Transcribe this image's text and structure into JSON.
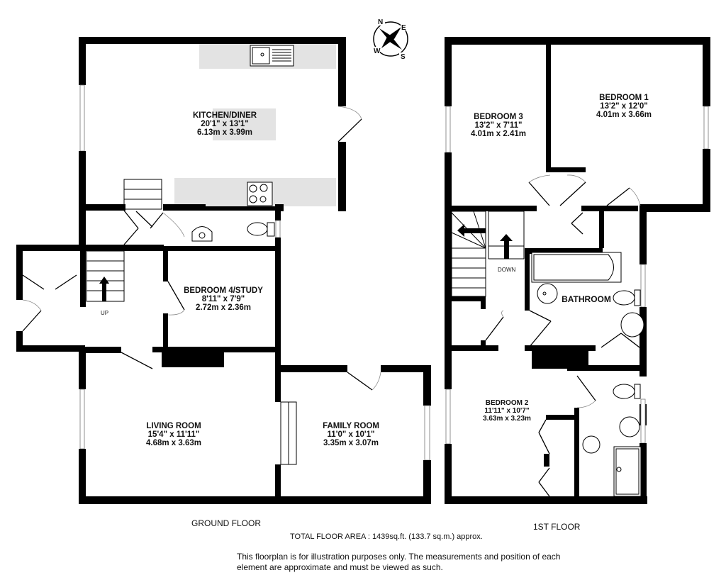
{
  "compass": {
    "icon": "compass-rose-icon",
    "labels": {
      "n": "N",
      "e": "E",
      "s": "S",
      "w": "W"
    }
  },
  "ground_floor": {
    "title": "GROUND FLOOR",
    "stairs_label": "UP",
    "rooms": [
      {
        "name": "KITCHEN/DINER",
        "imperial": "20'1\"  x 13'1\"",
        "metric": "6.13m  x 3.99m"
      },
      {
        "name": "BEDROOM 4/STUDY",
        "imperial": "8'11\"  x 7'9\"",
        "metric": "2.72m  x 2.36m"
      },
      {
        "name": "LIVING ROOM",
        "imperial": "15'4\"  x 11'11\"",
        "metric": "4.68m  x 3.63m"
      },
      {
        "name": "FAMILY ROOM",
        "imperial": "11'0\"  x 10'1\"",
        "metric": "3.35m  x 3.07m"
      }
    ]
  },
  "first_floor": {
    "title": "1ST FLOOR",
    "stairs_label": "DOWN",
    "rooms": [
      {
        "name": "BEDROOM 3",
        "imperial": "13'2\"  x 7'11\"",
        "metric": "4.01m  x 2.41m"
      },
      {
        "name": "BEDROOM 1",
        "imperial": "13'2\"  x 12'0\"",
        "metric": "4.01m  x 3.66m"
      },
      {
        "name": "BATHROOM"
      },
      {
        "name": "BEDROOM 2",
        "imperial": "11'11\"  x 10'7\"",
        "metric": "3.63m  x 3.23m"
      }
    ]
  },
  "footer": {
    "total_area": "TOTAL FLOOR AREA : 1439sq.ft. (133.7 sq.m.) approx.",
    "disclaimer_line1": "This floorplan is for illustration purposes only. The measurements and position of each",
    "disclaimer_line2": "element are approximate and must be viewed as such."
  }
}
